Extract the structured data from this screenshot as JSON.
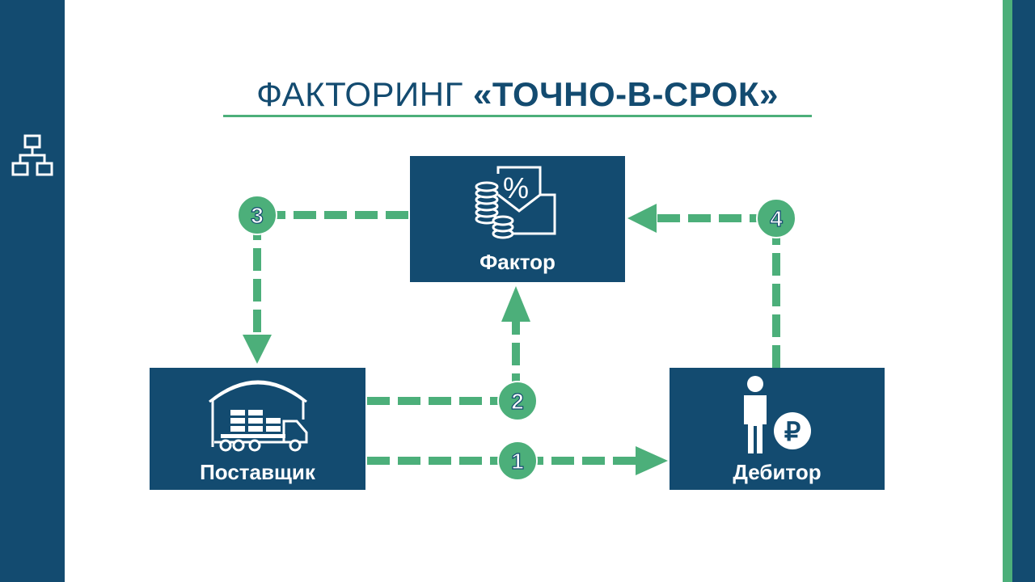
{
  "title": {
    "normal": "ФАКТОРИНГ ",
    "bold": "«ТОЧНО-В-СРОК»"
  },
  "sidebar": {
    "icon": "org-chart-icon"
  },
  "nodes": {
    "factor": {
      "label": "Фактор",
      "icon": "coins-percent-document-icon"
    },
    "supplier": {
      "label": "Поставщик",
      "icon": "warehouse-truck-icon"
    },
    "debtor": {
      "label": "Дебитор",
      "icon": "person-ruble-icon"
    }
  },
  "steps": {
    "s1": "1",
    "s2": "2",
    "s3": "3",
    "s4": "4"
  },
  "colors": {
    "navy": "#134b70",
    "green": "#4caf7a",
    "white": "#ffffff"
  }
}
